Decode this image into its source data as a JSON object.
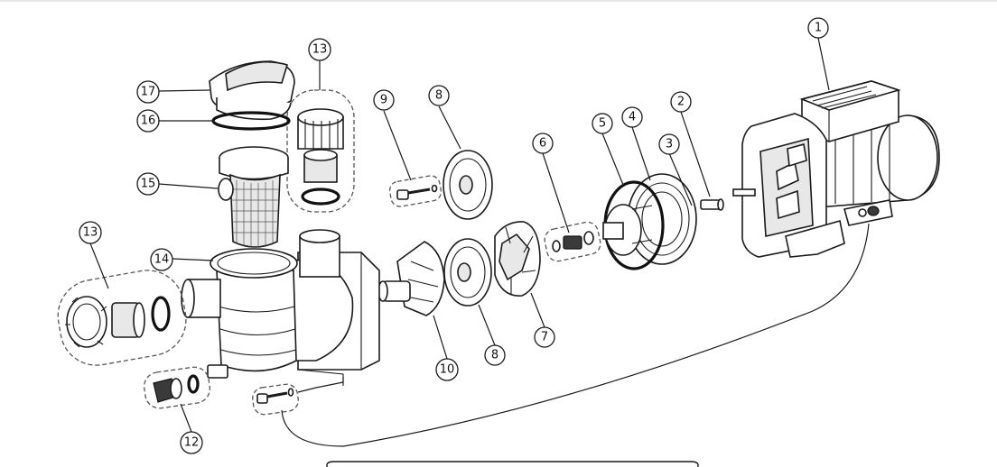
{
  "callouts": [
    {
      "id": "c1",
      "label": "1"
    },
    {
      "id": "c2",
      "label": "2"
    },
    {
      "id": "c3",
      "label": "3"
    },
    {
      "id": "c4",
      "label": "4"
    },
    {
      "id": "c5",
      "label": "5"
    },
    {
      "id": "c6",
      "label": "6"
    },
    {
      "id": "c7",
      "label": "7"
    },
    {
      "id": "c8a",
      "label": "8"
    },
    {
      "id": "c8b",
      "label": "8"
    },
    {
      "id": "c9",
      "label": "9"
    },
    {
      "id": "c10",
      "label": "10"
    },
    {
      "id": "c12",
      "label": "12"
    },
    {
      "id": "c13a",
      "label": "13"
    },
    {
      "id": "c13b",
      "label": "13"
    },
    {
      "id": "c14",
      "label": "14"
    },
    {
      "id": "c15",
      "label": "15"
    },
    {
      "id": "c16",
      "label": "16"
    },
    {
      "id": "c17",
      "label": "17"
    }
  ]
}
